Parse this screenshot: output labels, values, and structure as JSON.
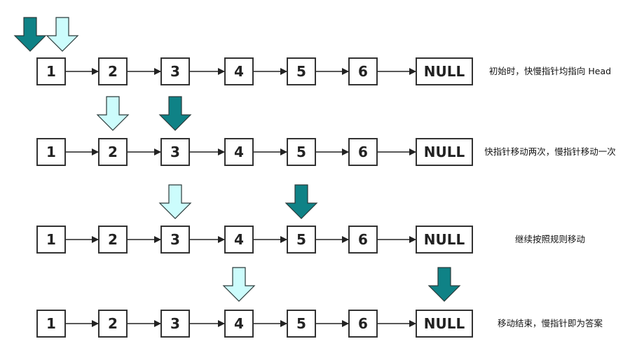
{
  "nodes": [
    "1",
    "2",
    "3",
    "4",
    "5",
    "6",
    "NULL"
  ],
  "colors": {
    "fast_pointer": "#0f8286",
    "slow_pointer": "#ccfcfc",
    "arrow_outline": "#2a3a3a",
    "box_border": "#333333",
    "link_line": "#222222"
  },
  "steps": [
    {
      "caption": "初始时，快慢指针均指向 Head",
      "slow_node": 1,
      "fast_node": 1
    },
    {
      "caption": "快指针移动两次，慢指针移动一次",
      "slow_node": 2,
      "fast_node": 3
    },
    {
      "caption": "继续按照规则移动",
      "slow_node": 3,
      "fast_node": 5
    },
    {
      "caption": "移动结束，慢指针即为答案",
      "slow_node": 4,
      "fast_node": 7
    }
  ]
}
